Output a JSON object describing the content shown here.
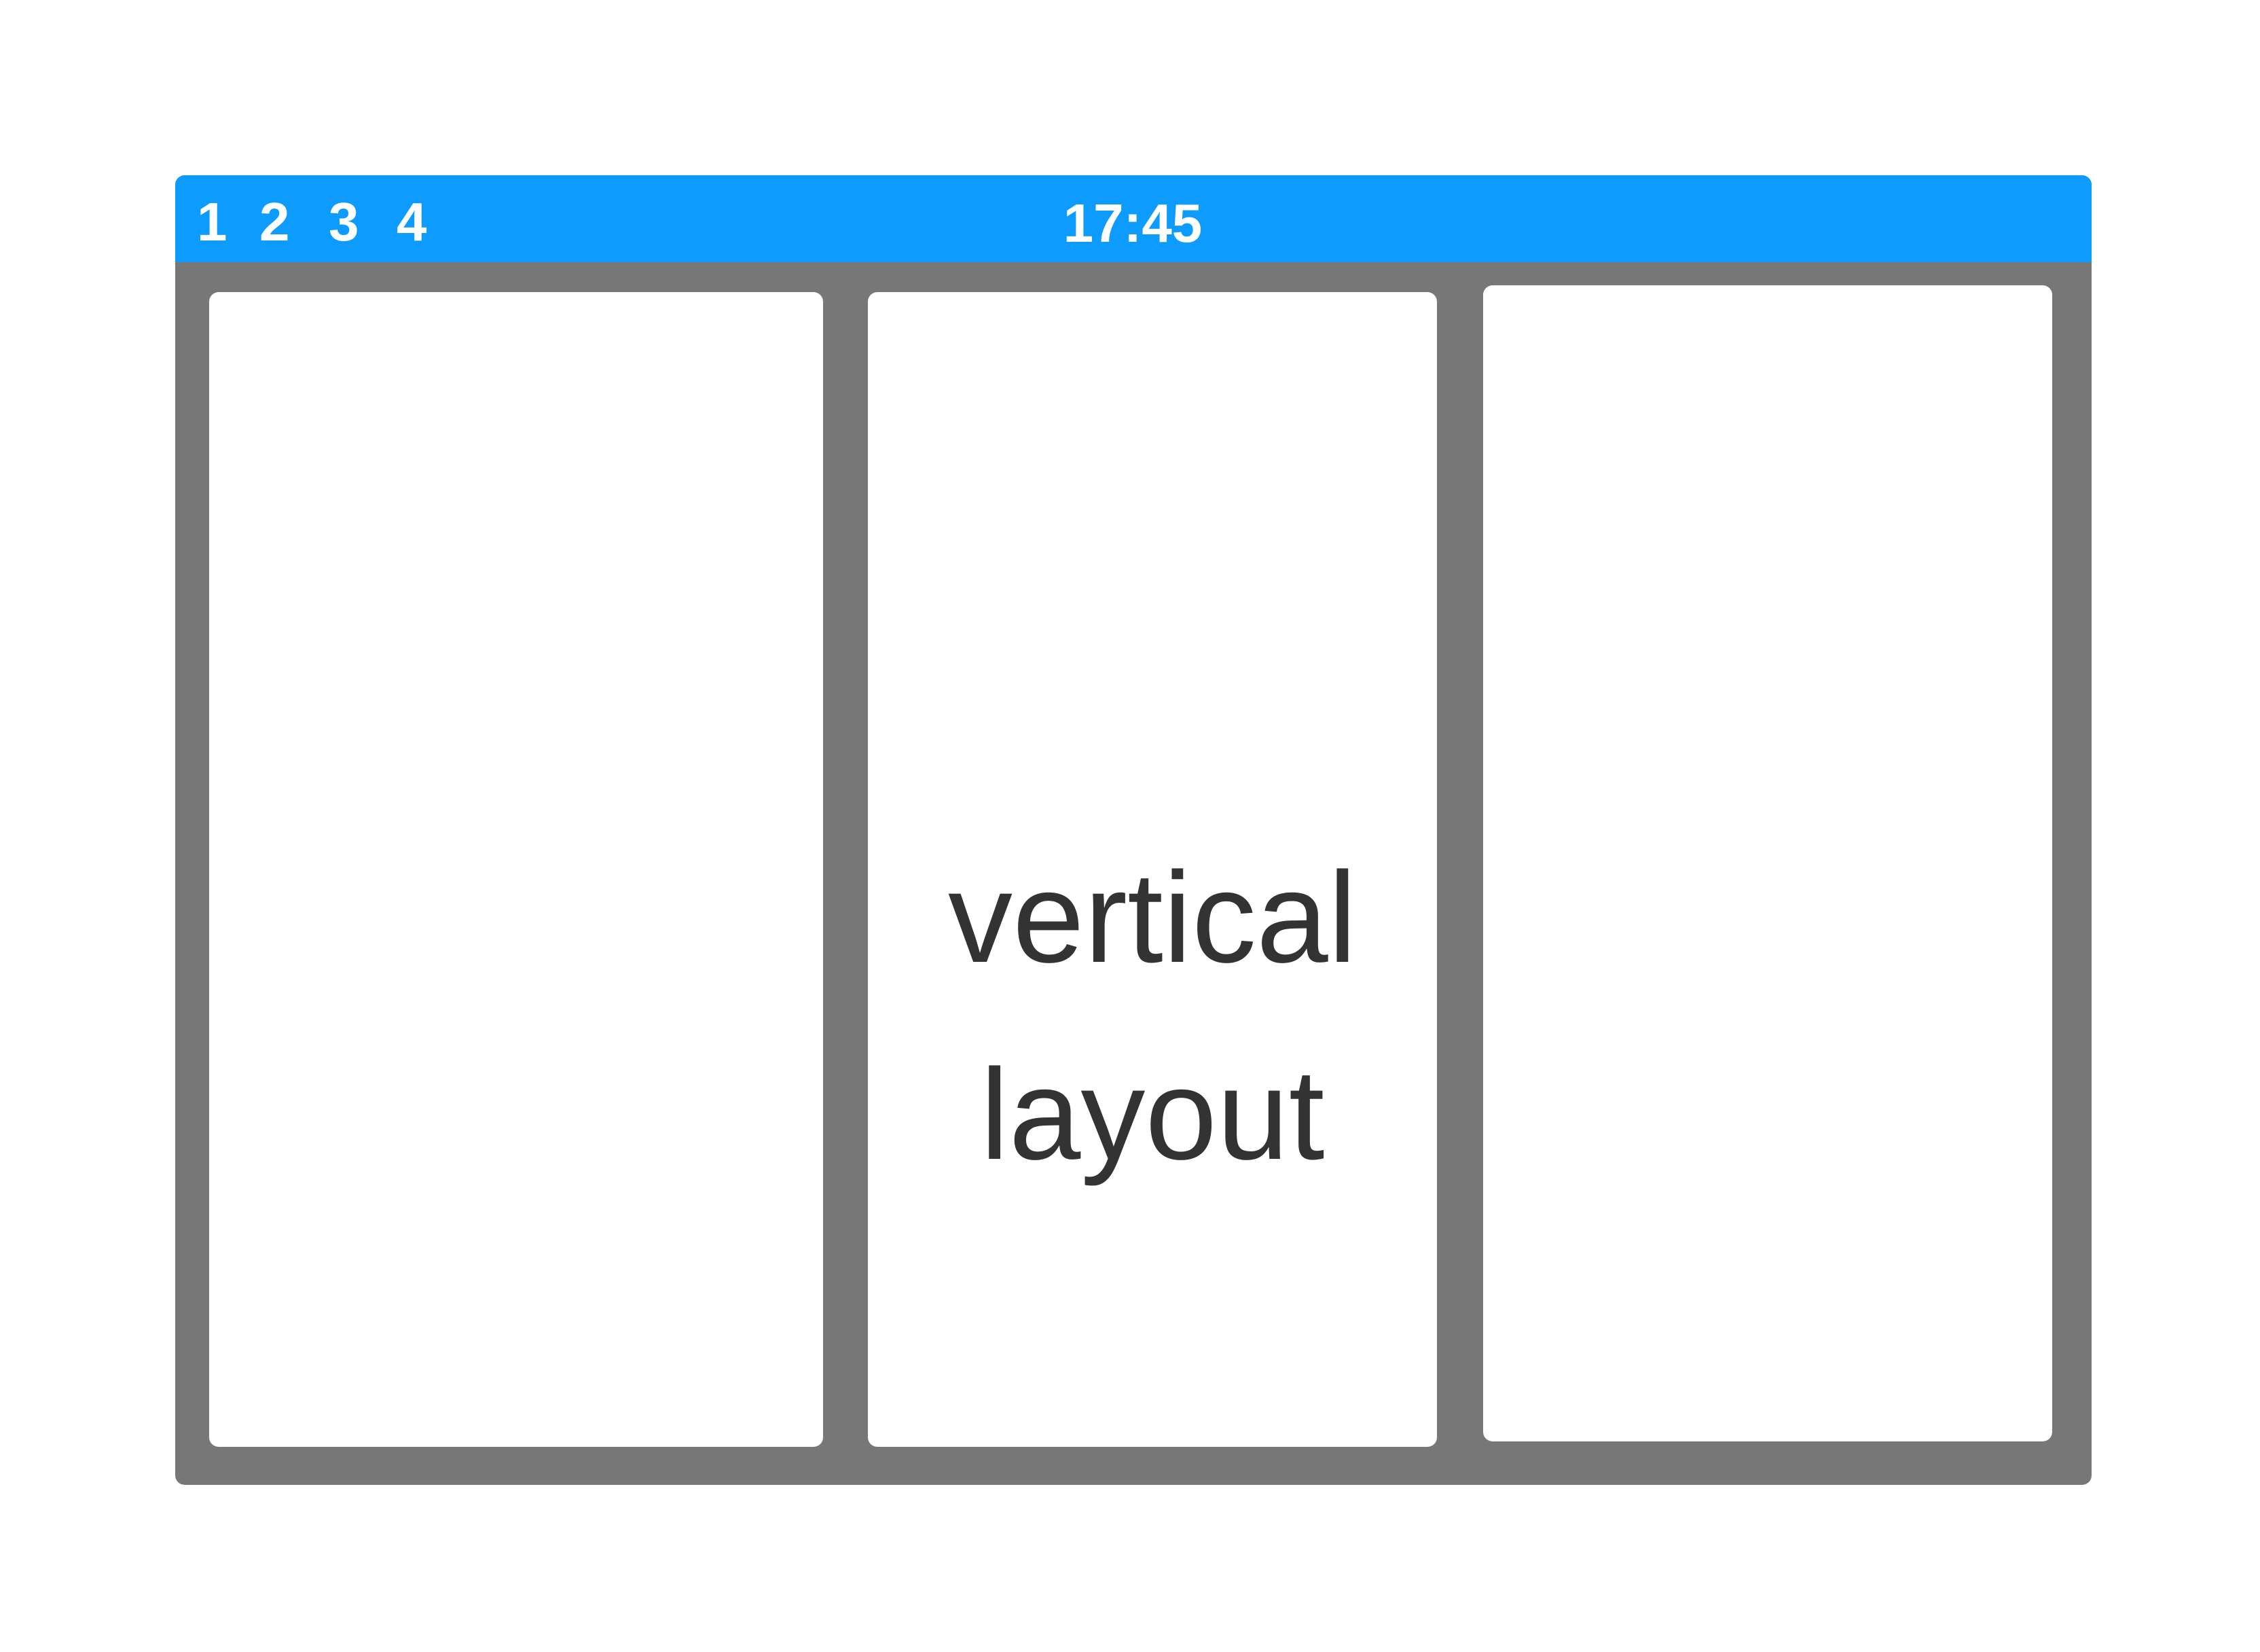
{
  "topbar": {
    "workspaces": [
      "1",
      "2",
      "3",
      "4"
    ],
    "clock": "17:45"
  },
  "windows": {
    "middle": {
      "line1": "vertical",
      "line2": "layout"
    }
  },
  "colors": {
    "topbar": "#0e9bfe",
    "background": "#777777",
    "window": "#ffffff",
    "text": "#333333"
  }
}
